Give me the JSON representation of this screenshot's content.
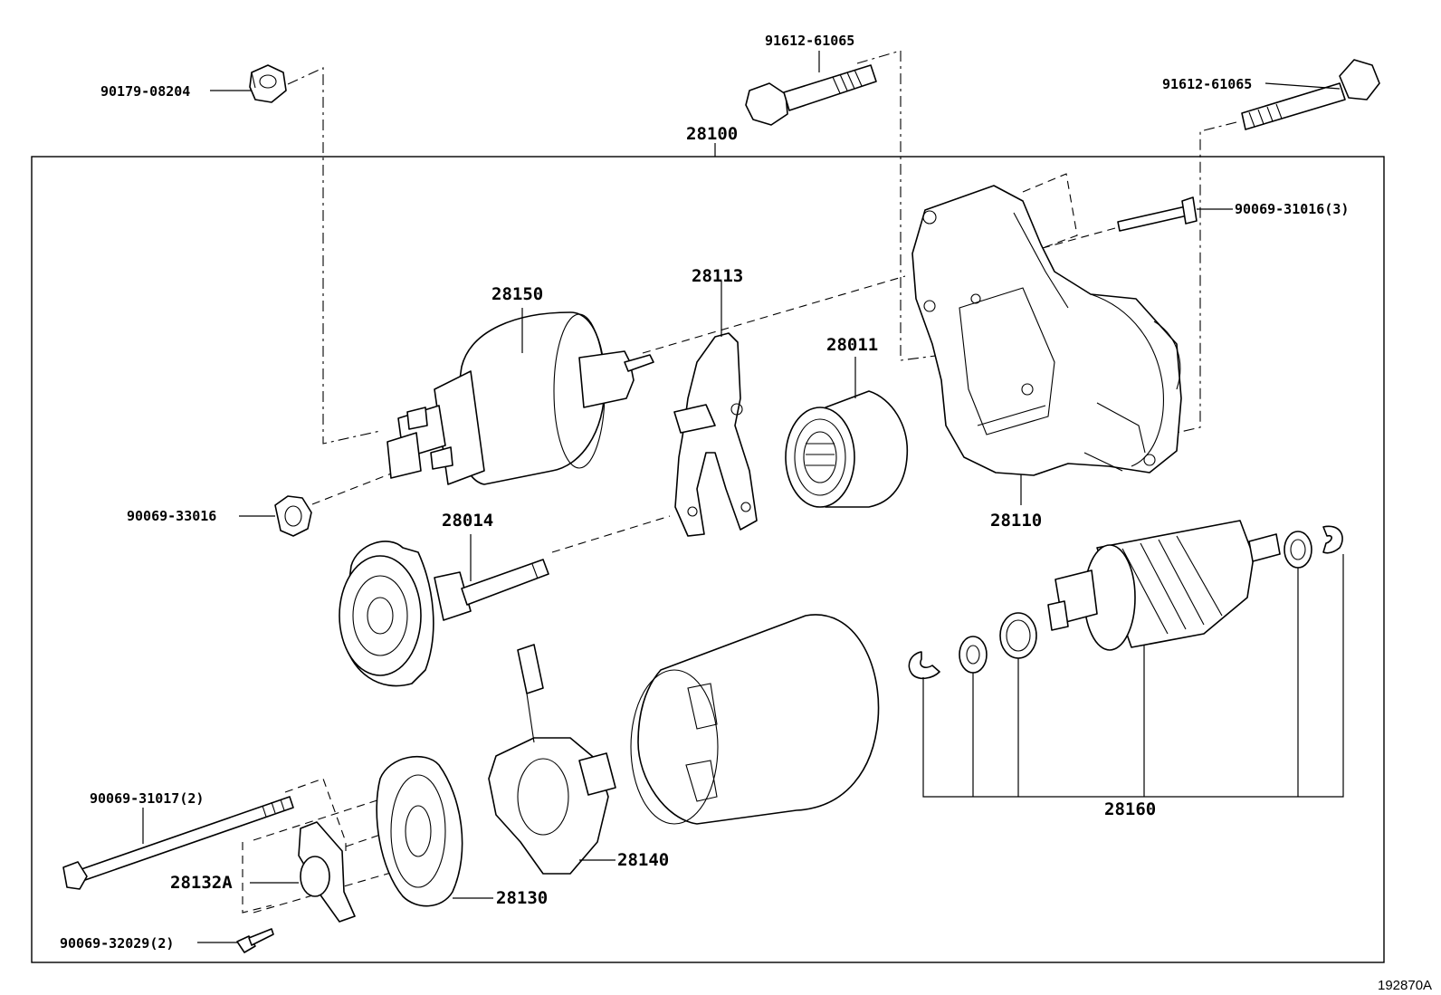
{
  "labels": {
    "nut_90179": "90179-08204",
    "bolt_91612_top": "91612-61065",
    "bolt_91612_right": "91612-61065",
    "assembly_28100": "28100",
    "screw_90069_31016": "90069-31016(3)",
    "switch_28150": "28150",
    "lever_28113": "28113",
    "clutch_28011": "28011",
    "housing_28110": "28110",
    "nut_90069_33016": "90069-33016",
    "gear_28014": "28014",
    "armature_28160": "28160",
    "bolt_90069_31017": "90069-31017(2)",
    "cover_28132A": "28132A",
    "frame_28130": "28130",
    "brush_holder_28140": "28140",
    "screw_90069_32029": "90069-32029(2)"
  },
  "diagram_ref": "192870A"
}
